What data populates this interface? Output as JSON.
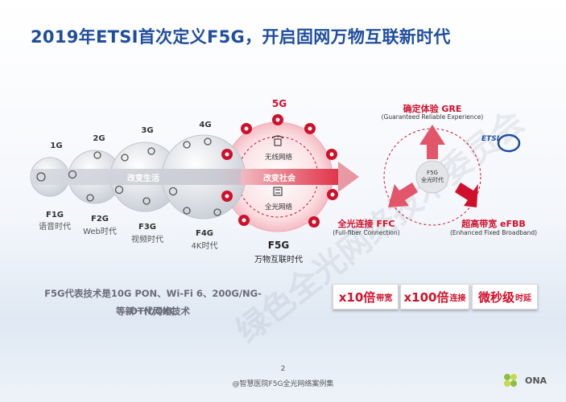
{
  "title": "2019年ETSI首次定义F5G，开启固网万物互联新时代",
  "generations": [
    {
      "top": "1G",
      "bottom": "F1G",
      "desc": "语音时代"
    },
    {
      "top": "2G",
      "bottom": "F2G",
      "desc": "Web时代"
    },
    {
      "top": "3G",
      "bottom": "F3G",
      "desc": "视频时代"
    },
    {
      "top": "4G",
      "bottom": "F4G",
      "desc": "4K时代"
    },
    {
      "top": "5G",
      "bottom": "F5G",
      "desc": "万物互联时代"
    }
  ],
  "arrow_labels": {
    "life": "改变生活",
    "society": "改变社会"
  },
  "f5g_inner": {
    "wireless": "无线网络",
    "optical": "全光网络"
  },
  "triangle": {
    "center": "F5G\n全光时代",
    "grc_title": "确定体验 GRE",
    "grc_sub": "(Guaranteed Reliable Experience)",
    "ffc_title": "全光连接 FFC",
    "ffc_sub": "(Full-fiber Connection)",
    "efbb_title": "超高带宽 eFBB",
    "efbb_sub": "(Enhanced Fixed Broadband)"
  },
  "etsi_logo": "ETSI",
  "tech_text": {
    "line1": "F5G代表技术是10G PON、Wi-Fi 6、200G/NG-OTN/OXC",
    "line2": "等新一代网络技术"
  },
  "badges": [
    {
      "value": "x10倍",
      "text": "带宽"
    },
    {
      "value": "x100倍",
      "text": "连接"
    },
    {
      "value": "微秒级",
      "text": "时延"
    }
  ],
  "watermark": "绿色全光网络技术委员会",
  "footer": {
    "page": "2",
    "source": "@智慧医院F5G全光网络案例集"
  },
  "brand": "ONA",
  "colors": {
    "title": "#1f4e9e",
    "red": "#d0102a",
    "grey": "#6b6b7b"
  }
}
